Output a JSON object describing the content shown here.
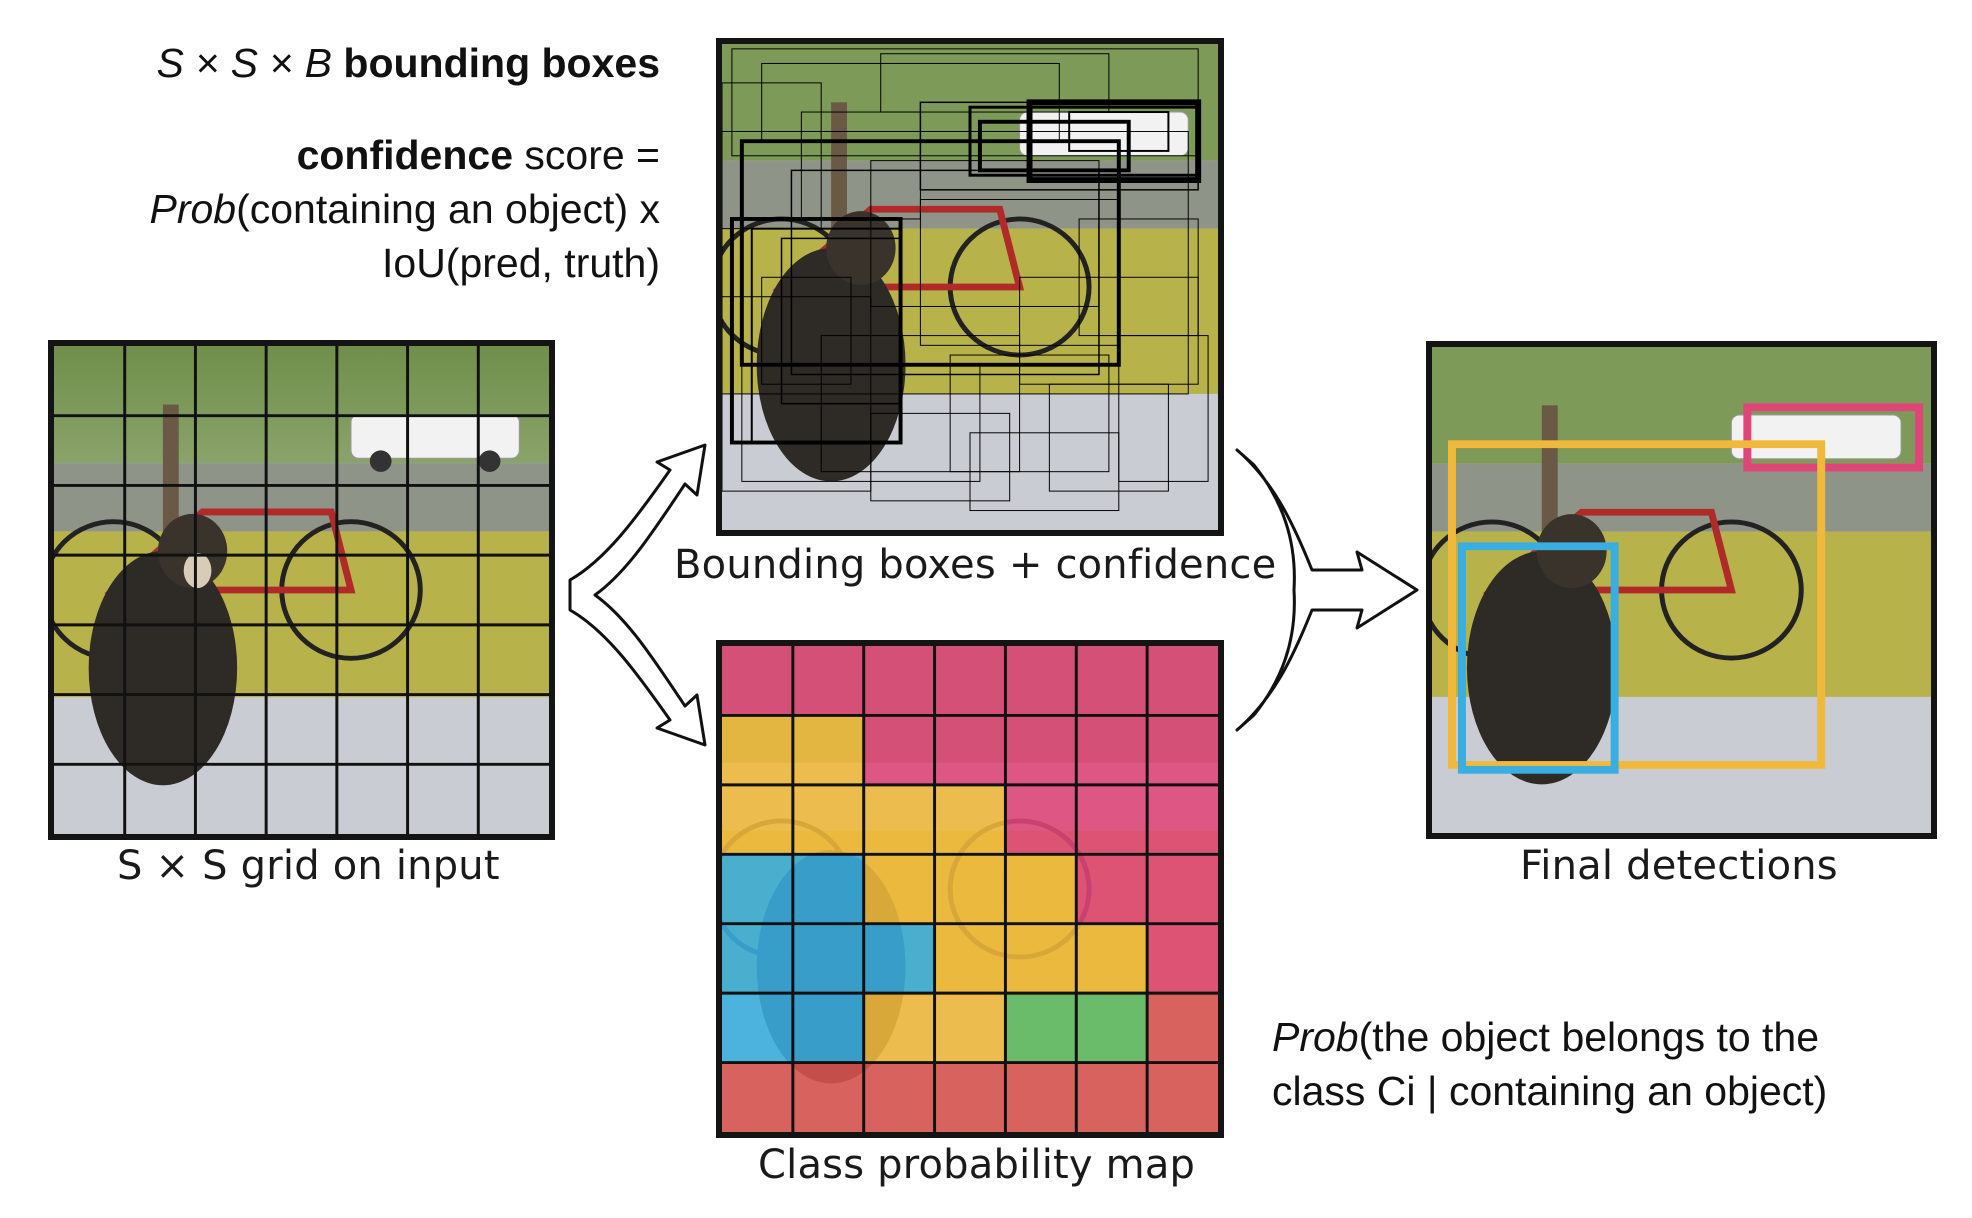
{
  "notes": {
    "bbox": {
      "sym": "S × S × B",
      "bold": "bounding boxes"
    },
    "confidence": {
      "bold": "confidence",
      "rest1": " score =",
      "prob": "Prob",
      "rest2": "(containing an object) x",
      "line3": "IoU(pred, truth)"
    },
    "class_prob": {
      "prob": "Prob",
      "rest1": "(the object belongs to the",
      "line2": "class Ci | containing an object)"
    }
  },
  "captions": {
    "grid": "S × S grid on input",
    "boxes": "Bounding boxes + confidence",
    "prob_map": "Class probability map",
    "final": "Final detections"
  },
  "grid_size": 7,
  "class_colors": {
    "pink": "#e0457a",
    "yellow": "#f0b93c",
    "blue": "#3aaee0",
    "green": "#5cb85c",
    "red": "#d9534f"
  },
  "class_probability_map": [
    [
      "pink",
      "pink",
      "pink",
      "pink",
      "pink",
      "pink",
      "pink"
    ],
    [
      "yellow",
      "yellow",
      "pink",
      "pink",
      "pink",
      "pink",
      "pink"
    ],
    [
      "yellow",
      "yellow",
      "yellow",
      "yellow",
      "pink",
      "pink",
      "pink"
    ],
    [
      "blue",
      "blue",
      "yellow",
      "yellow",
      "yellow",
      "pink",
      "pink"
    ],
    [
      "blue",
      "blue",
      "blue",
      "yellow",
      "yellow",
      "yellow",
      "pink"
    ],
    [
      "blue",
      "blue",
      "yellow",
      "yellow",
      "green",
      "green",
      "red"
    ],
    [
      "red",
      "red",
      "red",
      "red",
      "red",
      "red",
      "red"
    ]
  ],
  "final_detections": [
    {
      "label": "car",
      "color": "#e0457a"
    },
    {
      "label": "bicycle",
      "color": "#f0b93c"
    },
    {
      "label": "dog",
      "color": "#3aaee0"
    }
  ]
}
